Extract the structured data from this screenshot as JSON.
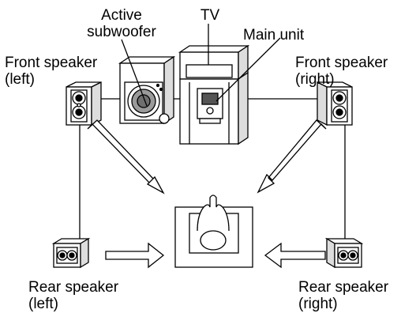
{
  "labels": {
    "active_subwoofer": [
      "Active",
      "subwoofer"
    ],
    "tv": "TV",
    "main_unit": "Main unit",
    "front_left": [
      "Front speaker",
      "(left)"
    ],
    "front_right": [
      "Front speaker",
      "(right)"
    ],
    "rear_left": [
      "Rear speaker",
      "(left)"
    ],
    "rear_right": [
      "Rear speaker",
      "(right)"
    ]
  },
  "icons": [
    "speaker-icon",
    "subwoofer-icon",
    "tv-icon",
    "main-unit-icon",
    "listener-chair-icon",
    "arrow-icon"
  ],
  "colors": {
    "line": "#000000",
    "fill": "#ffffff",
    "shade": "#9a9a9a"
  }
}
